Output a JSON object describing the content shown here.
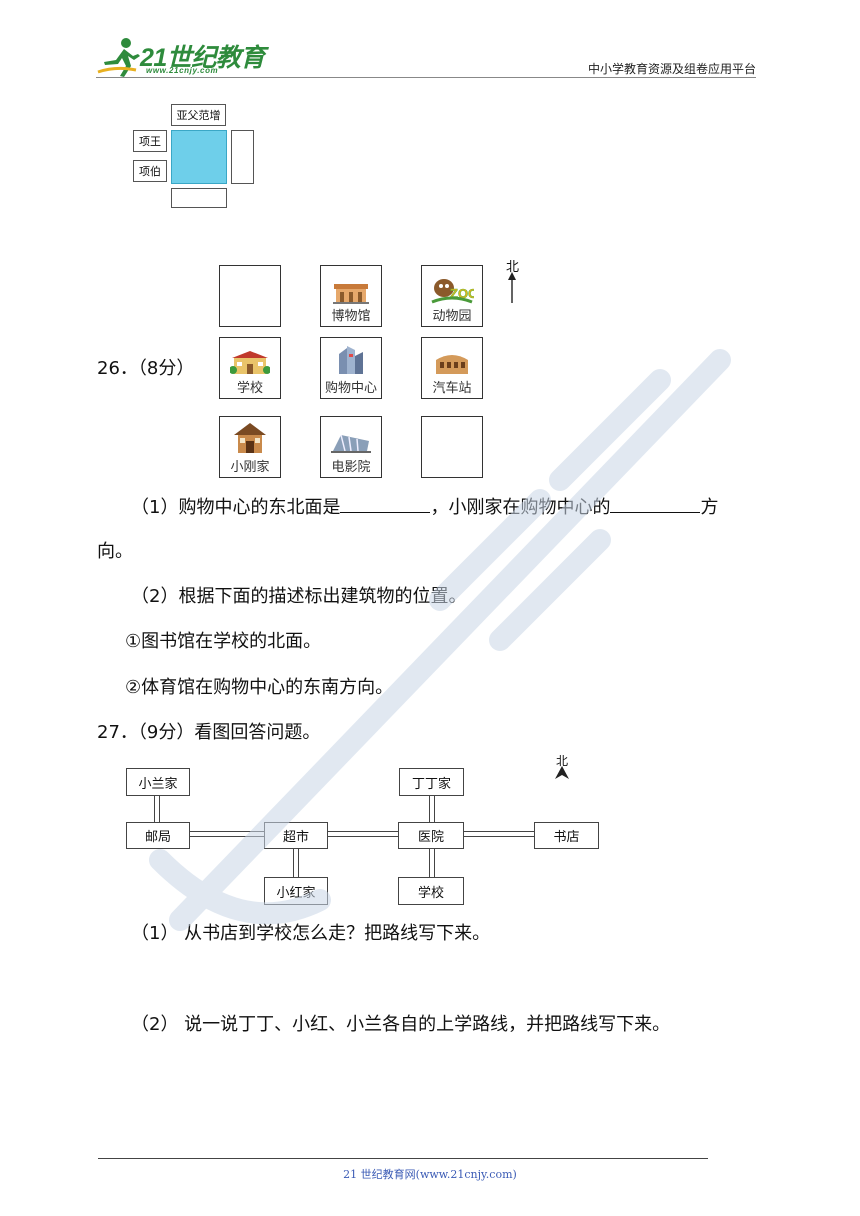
{
  "header": {
    "logo_text": "21世纪教育",
    "logo_url": "www.21cnjy.com",
    "platform": "中小学教育资源及组卷应用平台"
  },
  "seat_diagram": {
    "top_label": "亚父范增",
    "left_top": "项王",
    "left_bottom": "项伯",
    "center_color": "#6ecfea"
  },
  "q26": {
    "number": "26．（8分）",
    "north": "北",
    "grid": [
      [
        "",
        "博物馆",
        "动物园"
      ],
      [
        "学校",
        "购物中心",
        "汽车站"
      ],
      [
        "小刚家",
        "电影院",
        ""
      ]
    ],
    "q1_a": "（1）购物中心的东北面是",
    "q1_b": "，小刚家在购物中心的",
    "q1_c": "方",
    "q1_d": "向。",
    "q2": "（2）根据下面的描述标出建筑物的位置。",
    "q2_i": "①图书馆在学校的北面。",
    "q2_ii": "②体育馆在购物中心的东南方向。"
  },
  "q27": {
    "number": "27．（9分）看图回答问题。",
    "north": "北",
    "places": {
      "xiaolan": "小兰家",
      "dingding": "丁丁家",
      "post": "邮局",
      "market": "超市",
      "hospital": "医院",
      "bookstore": "书店",
      "xiaohong": "小红家",
      "school": "学校"
    },
    "q1": "（1）  从书店到学校怎么走？把路线写下来。",
    "q2": "（2）  说一说丁丁、小红、小兰各自的上学路线，并把路线写下来。"
  },
  "footer": {
    "text": "21 世纪教育网(www.21cnjy.com)"
  },
  "colors": {
    "logo_green": "#2e8b3c",
    "footer_blue": "#3b5bb5",
    "watermark": "#c9d6e6"
  }
}
